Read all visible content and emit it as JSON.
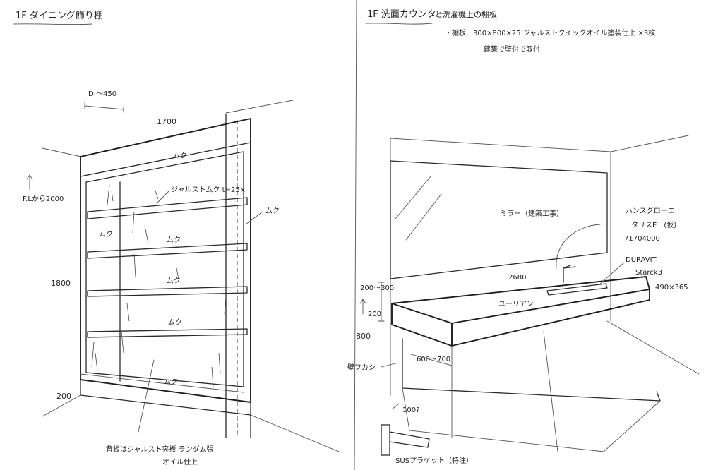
{
  "left": {
    "title": "1F ダイニング飾り棚",
    "depth_label": "D:〜450",
    "width_label": "1700",
    "fl_label": "F.Lから2000",
    "height_label": "1800",
    "base_label": "200",
    "shelf_spec": "ジャルストムク t=25×",
    "shelf_mark": "ムク",
    "note_line1": "背板はジャルスト突板 ランダム張",
    "note_line2": "オイル仕上"
  },
  "right": {
    "title": "1F 洗面カウンター",
    "title_suffix": "と洗濯機上の棚板",
    "spec_line1": "・棚板　300×800×25 ジャルストクイックオイル塗装仕上 ×3枚",
    "spec_line2": "建築で壁付で取付",
    "mirror_label": "ミラー（建築工事）",
    "faucet_brand": "ハンスグローエ",
    "faucet_model": "タリスE　(仮)",
    "faucet_code": "71704000",
    "basin_brand": "DURAVIT",
    "basin_model": "Starck3",
    "basin_size": "490×365",
    "counter_length": "2680",
    "counter_material": "ユーリアン",
    "dim_200_300": "200〜300",
    "dim_200": "200",
    "dim_800": "800",
    "depth_dim": "600〜700",
    "wall_sheet": "壁フカシ",
    "dim_100": "100?",
    "bracket_label": "SUSプラケット（特注）"
  }
}
